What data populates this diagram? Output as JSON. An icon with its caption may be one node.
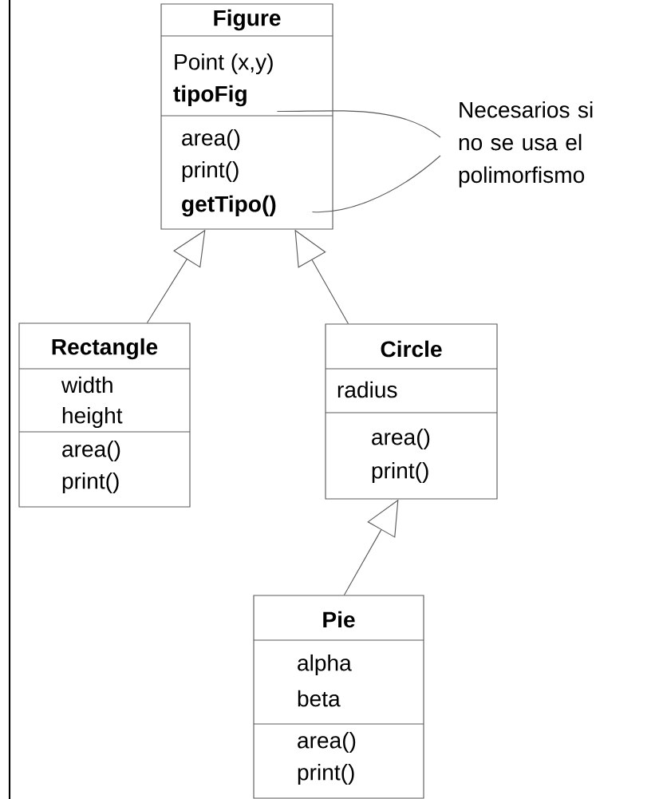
{
  "diagram": {
    "nodes": [
      {
        "text": [
          "Figure",
          "Point (x,y)",
          "tipoFig",
          "area()",
          "print()",
          "getTipo()"
        ]
      },
      {
        "text": [
          "Rectangle",
          "width",
          "height",
          "area()",
          "print()"
        ]
      },
      {
        "text": [
          "Circle",
          "radius",
          "area()",
          "print()"
        ]
      },
      {
        "text": [
          "Pie",
          "alpha",
          "beta",
          "area()",
          "print()"
        ]
      },
      {
        "text": [
          "Necesarios si no se usa el polimorfismo"
        ]
      }
    ],
    "edges": [
      {
        "from": 1,
        "to": 0,
        "arrow": "to"
      },
      {
        "from": 2,
        "to": 0,
        "arrow": "to"
      },
      {
        "from": 3,
        "to": 2,
        "arrow": "to"
      },
      {
        "from": 4,
        "to": 0,
        "arrow": "none"
      },
      {
        "from": 4,
        "to": 0,
        "arrow": "none"
      }
    ]
  }
}
